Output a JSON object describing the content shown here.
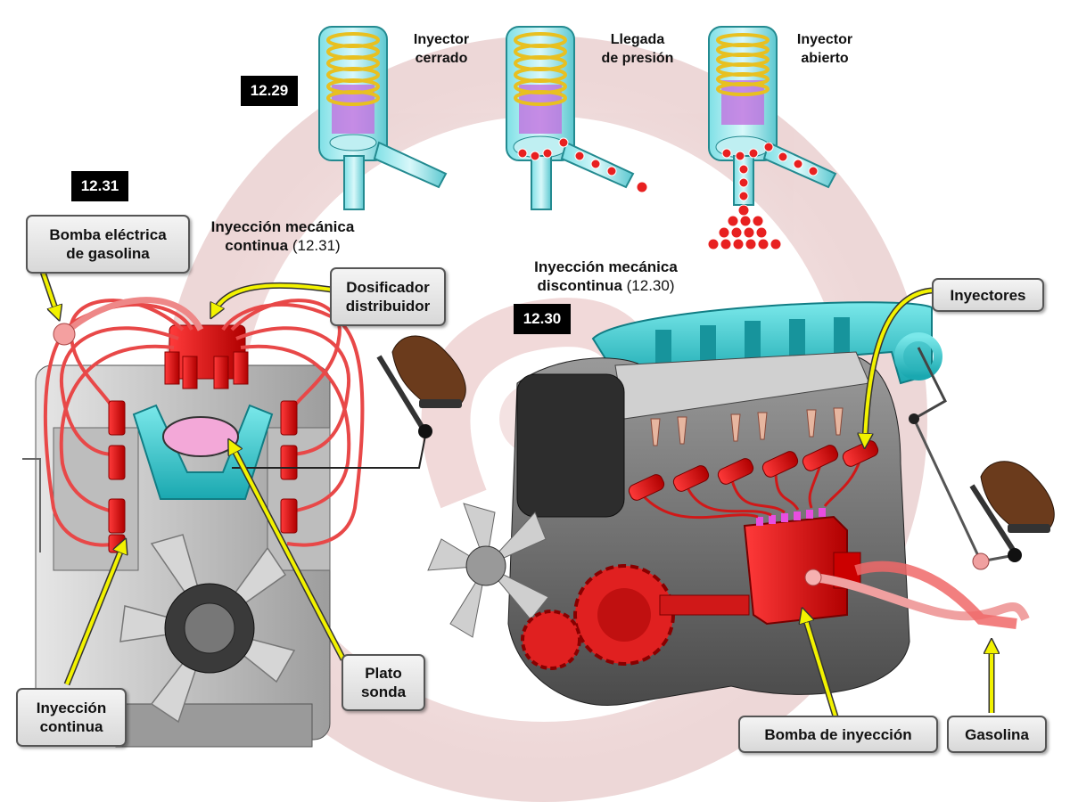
{
  "figures": {
    "fig_1229": "12.29",
    "fig_1230": "12.30",
    "fig_1231": "12.31"
  },
  "injector_states": [
    {
      "line1": "Inyector",
      "line2": "cerrado"
    },
    {
      "line1": "Llegada",
      "line2": "de presión"
    },
    {
      "line1": "Inyector",
      "line2": "abierto"
    }
  ],
  "headings": {
    "continuous": {
      "line1": "Inyección mecánica",
      "line2_bold": "continua",
      "line2_ref": " (12.31)"
    },
    "discontinuous": {
      "line1": "Inyección mecánica",
      "line2_bold": "discontinua",
      "line2_ref": " (12.30)"
    }
  },
  "callouts": {
    "bomba_electrica": {
      "line1": "Bomba eléctrica",
      "line2": "de gasolina"
    },
    "dosificador": {
      "line1": "Dosificador",
      "line2": "distribuidor"
    },
    "plato_sonda": {
      "line1": "Plato",
      "line2": "sonda"
    },
    "inyeccion_continua": {
      "line1": "Inyección",
      "line2": "continua"
    },
    "inyectores": {
      "line1": "Inyectores"
    },
    "bomba_inyeccion": {
      "line1": "Bomba de inyección"
    },
    "gasolina": {
      "line1": "Gasolina"
    }
  },
  "colors": {
    "fuel_red": "#e01818",
    "intake_cyan": "#2fc4c8",
    "spring_yellow": "#e8c020",
    "plunger_violet": "#b050d8",
    "arrow_yellow": "#f2f200",
    "callout_bg": "#e2e2e2"
  }
}
